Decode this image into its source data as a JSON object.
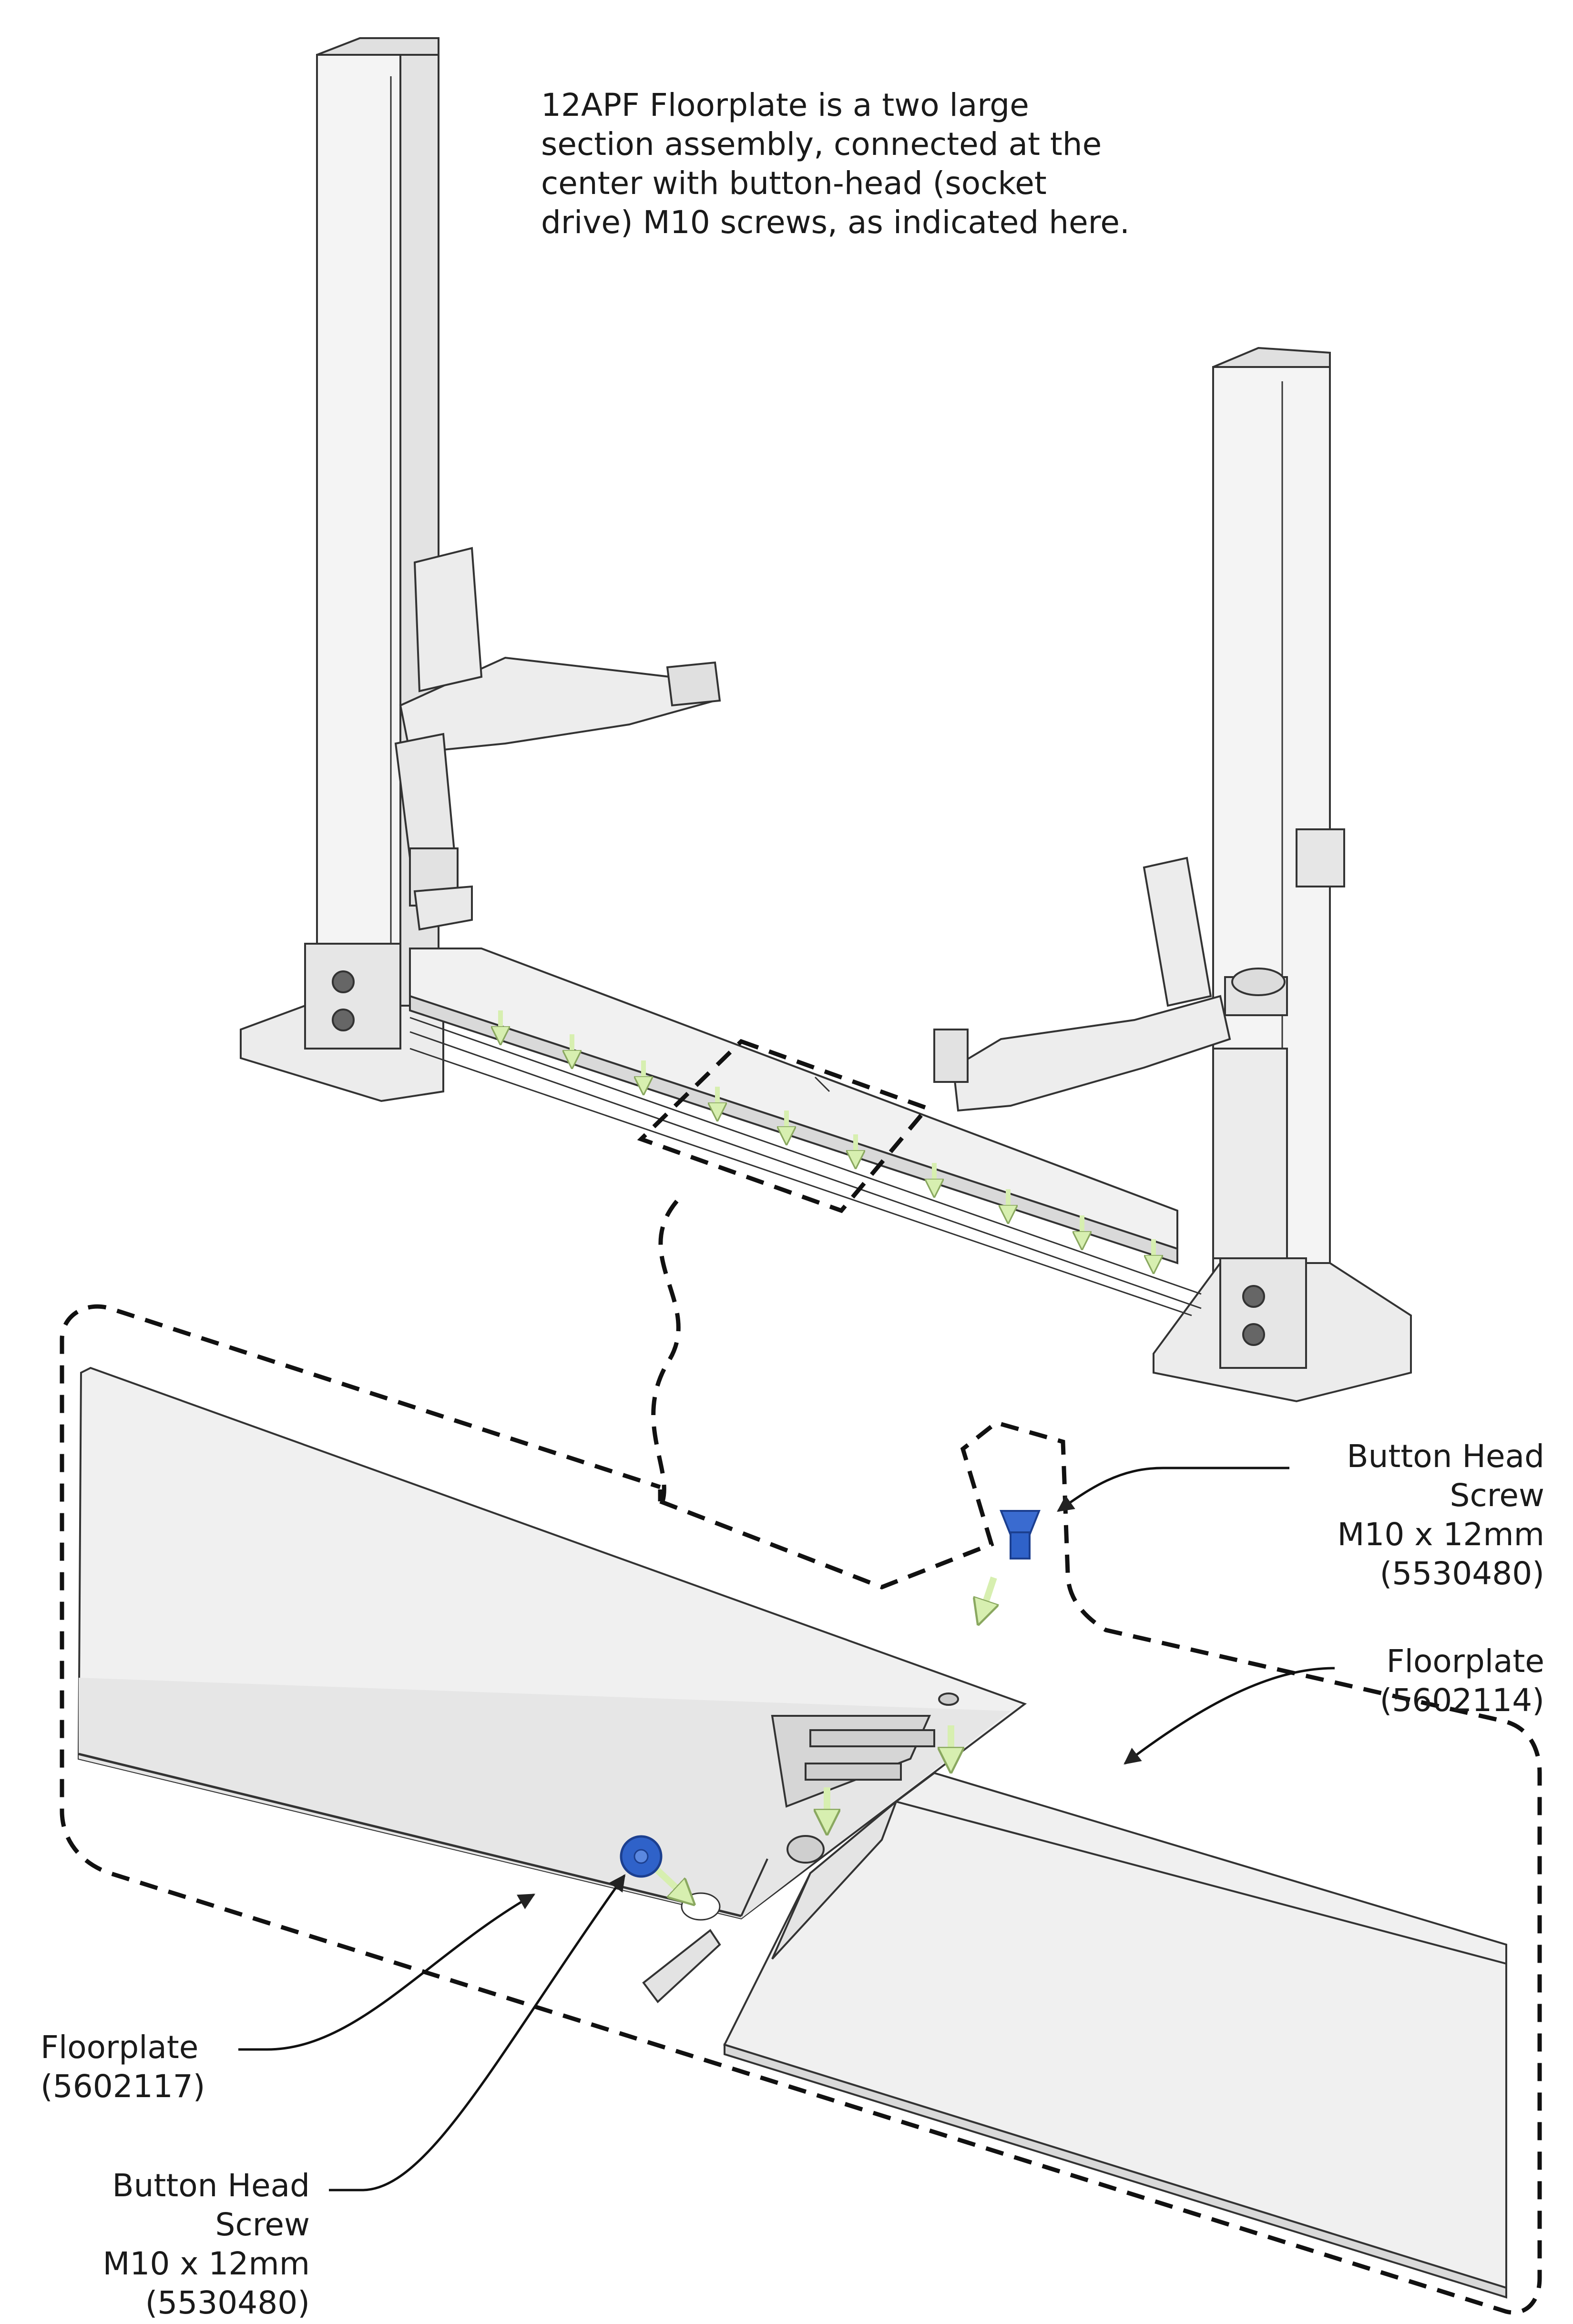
{
  "intro": {
    "lines": [
      "12APF Floorplate is a two large",
      "section assembly, connected at the",
      "center with button-head (socket",
      "drive) M10 screws, as indicated here."
    ]
  },
  "callouts": {
    "screw_top": [
      "Button Head",
      "Screw",
      "M10 x 12mm",
      "(5530480)"
    ],
    "floorplate_right": [
      "Floorplate",
      "(5602114)"
    ],
    "floorplate_left": [
      "Floorplate",
      "(5602117)"
    ],
    "screw_bottom": [
      "Button Head",
      "Screw",
      "M10 x 12mm",
      "(5530480)"
    ]
  },
  "colors": {
    "screw": "#2f62c9",
    "arrow": "#d7efb0",
    "plate": "#ececec",
    "outline": "#222222"
  }
}
